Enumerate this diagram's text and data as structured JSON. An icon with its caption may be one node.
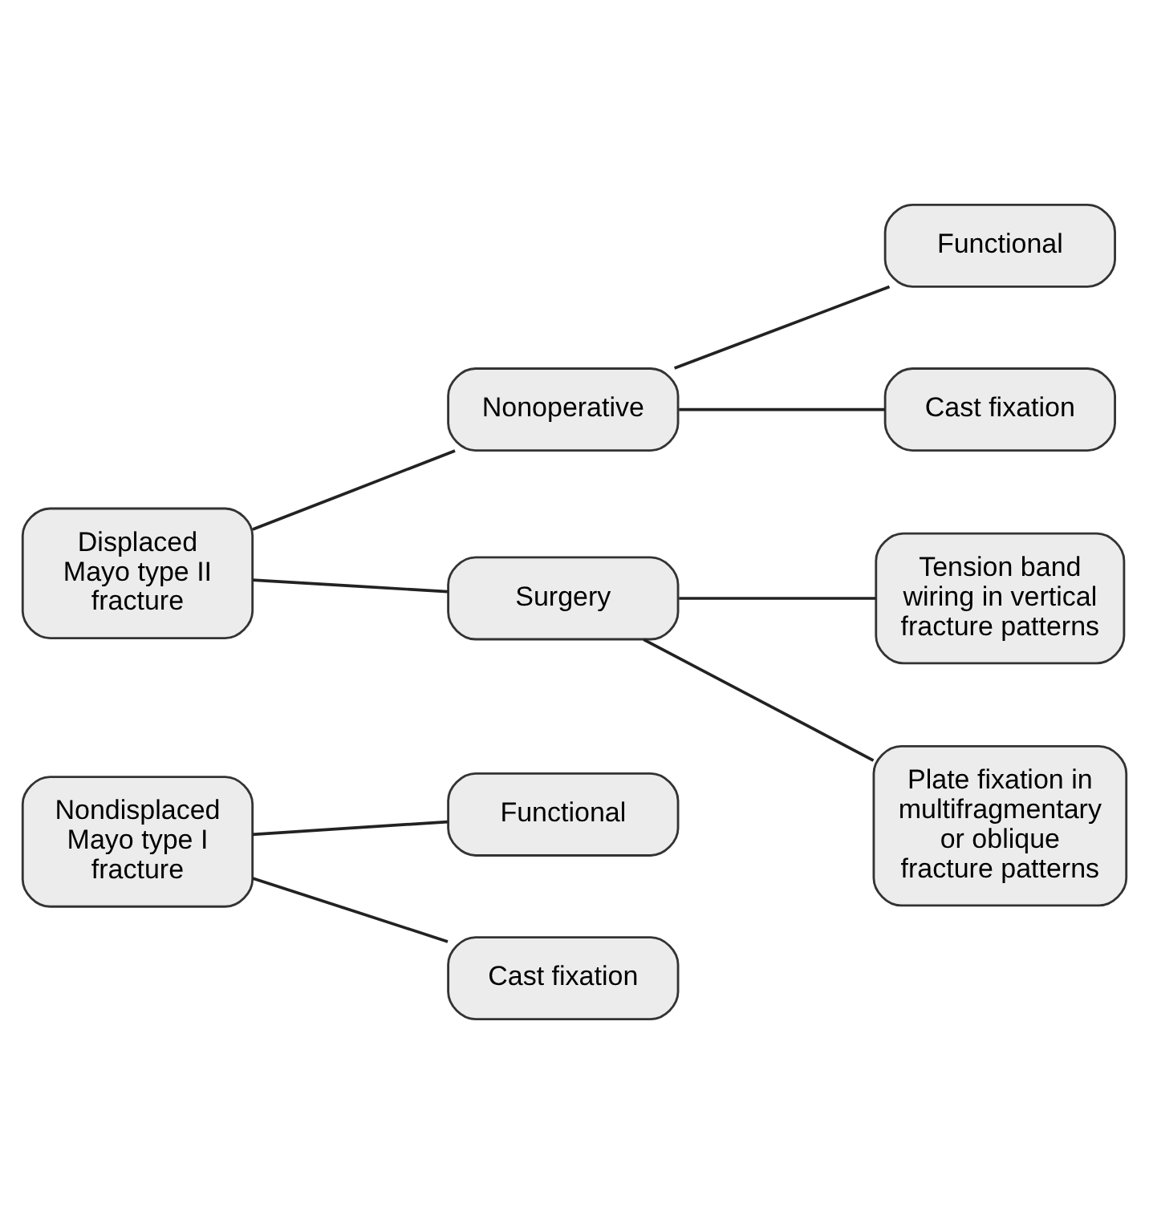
{
  "diagram": {
    "nodes": [
      {
        "text": [
          "Nondisplaced Mayo type I fracture"
        ]
      },
      {
        "text": [
          "Functional"
        ]
      },
      {
        "text": [
          "Cast fixation"
        ]
      },
      {
        "text": [
          "Displaced Mayo type II fracture"
        ]
      },
      {
        "text": [
          "Nonoperative"
        ]
      },
      {
        "text": [
          "Surgery"
        ]
      },
      {
        "text": [
          "Functional"
        ]
      },
      {
        "text": [
          "Cast fixation"
        ]
      },
      {
        "text": [
          "Tension band wiring in vertical fracture patterns"
        ]
      },
      {
        "text": [
          "Plate fixation in multifragmentary or oblique fracture patterns"
        ]
      }
    ],
    "edges": [
      {
        "from": 0,
        "to": 1,
        "arrow": "none"
      },
      {
        "from": 0,
        "to": 2,
        "arrow": "none"
      },
      {
        "from": 3,
        "to": 4,
        "arrow": "none"
      },
      {
        "from": 3,
        "to": 5,
        "arrow": "none"
      },
      {
        "from": 4,
        "to": 6,
        "arrow": "none"
      },
      {
        "from": 4,
        "to": 7,
        "arrow": "none"
      },
      {
        "from": 5,
        "to": 8,
        "arrow": "none"
      },
      {
        "from": 5,
        "to": 9,
        "arrow": "none"
      }
    ]
  }
}
